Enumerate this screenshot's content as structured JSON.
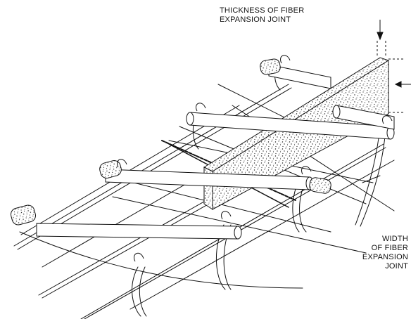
{
  "labels": {
    "thickness": [
      "THICKNESS OF FIBER",
      "EXPANSION JOINT"
    ],
    "width": [
      "WIDTH",
      "OF FIBER",
      "EXPANSION",
      "JOINT"
    ]
  },
  "colors": {
    "ink": "#111111",
    "background": "#ffffff"
  }
}
